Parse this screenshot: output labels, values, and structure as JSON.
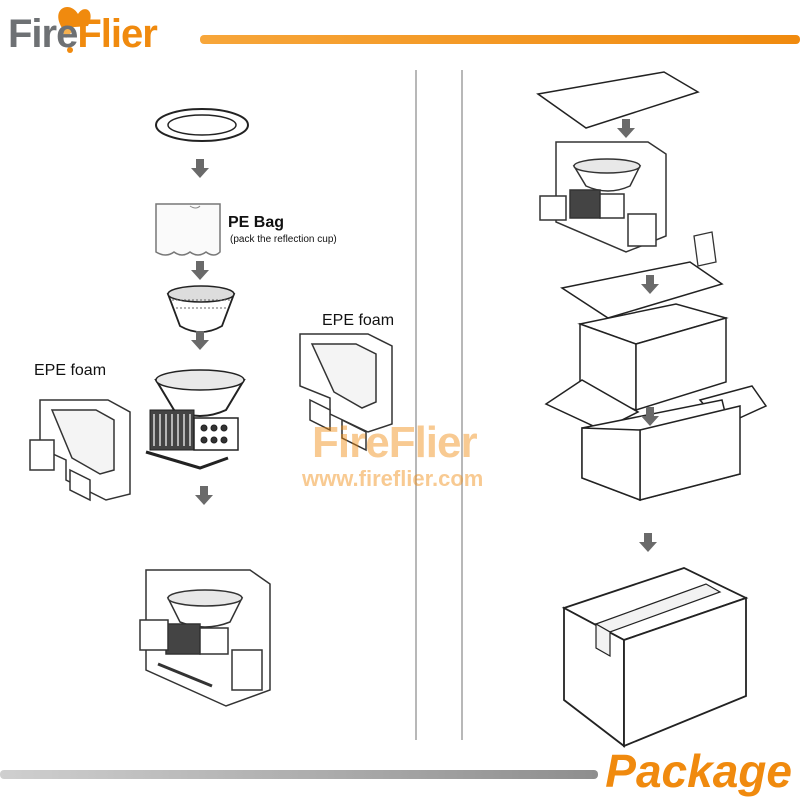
{
  "brand": {
    "name": "FireFlier",
    "accent": "#f08a0e",
    "gray": "#6e7174"
  },
  "watermark": {
    "brand": "FireFlier",
    "url": "www.fireflier.com"
  },
  "footer": {
    "title": "Package"
  },
  "labels": {
    "pe_bag": "PE Bag",
    "pe_bag_note": "(pack the reflection cup)",
    "epe_foam_left": "EPE foam",
    "epe_foam_right": "EPE foam"
  },
  "icons": [
    "flame-wing-logo-icon",
    "down-arrow-icon",
    "ring-gasket",
    "pe-bag",
    "reflection-cup",
    "lamp-assembly",
    "epe-foam-frame",
    "carton-box"
  ]
}
